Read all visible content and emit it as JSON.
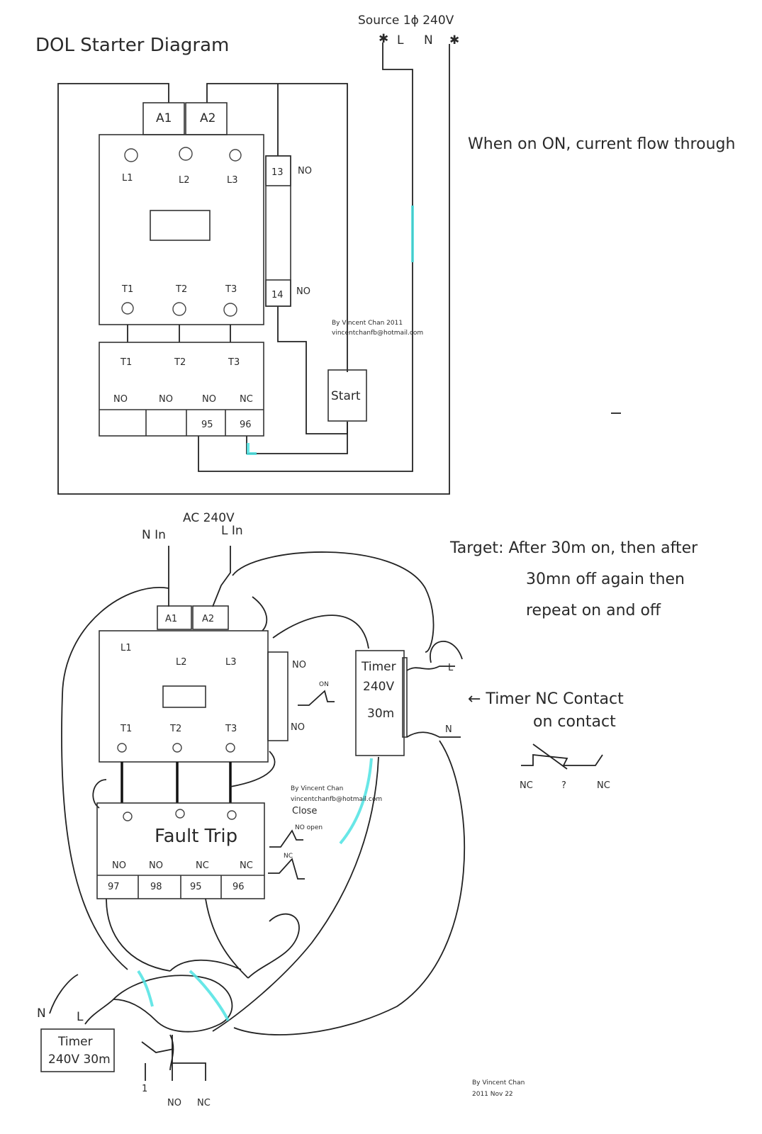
{
  "colors": {
    "ink": "#222222",
    "highlight": "#4de3e3",
    "source_mark": "#3b3bd6"
  },
  "top": {
    "title": "DOL Starter Diagram",
    "source_label": "Source 1ɸ 240V",
    "source_terms": [
      "L",
      "N"
    ],
    "contactor": {
      "coil": [
        "A1",
        "A2"
      ],
      "line_terms": [
        "L1",
        "L2",
        "L3"
      ],
      "load_terms": [
        "T1",
        "T2",
        "T3"
      ],
      "aux": [
        {
          "num": "13",
          "type": "NO"
        },
        {
          "num": "14",
          "type": "NO"
        }
      ]
    },
    "overload": {
      "terms": [
        "T1",
        "T2",
        "T3"
      ],
      "contacts": [
        "NO",
        "NO",
        "NO",
        "NC"
      ],
      "pins": [
        "",
        "",
        "95",
        "96"
      ]
    },
    "start_button": "Start",
    "note": "When on ON, current flow through",
    "credit": [
      "By Vincent Chan 2011",
      "vincentchanfb@hotmail.com"
    ]
  },
  "bottom": {
    "supply_label": "AC 240V",
    "supply_terms": [
      "N In",
      "L In"
    ],
    "contactor": {
      "coil": [
        "A1",
        "A2"
      ],
      "line_terms": [
        "L1",
        "L2",
        "L3"
      ],
      "load_terms": [
        "T1",
        "T2",
        "T3"
      ],
      "aux": [
        "NO",
        "NO"
      ],
      "aux_symbol": "ON"
    },
    "timer": {
      "lines": [
        "Timer",
        "240V",
        "30m"
      ],
      "terms": [
        "L",
        "N"
      ]
    },
    "timer_note": [
      "← Timer NC Contact",
      "on contact"
    ],
    "contact_symbol_labels": [
      "NC",
      "?",
      "NC"
    ],
    "overload": {
      "title": "Fault Trip",
      "contacts": [
        "NO",
        "NO",
        "NC",
        "NC"
      ],
      "pins": [
        "97",
        "98",
        "95",
        "96"
      ],
      "symbol_labels": [
        "NO open",
        "NC"
      ]
    },
    "target_note": [
      "Target: After 30m on, then after",
      "30mn off again then",
      "repeat on and off"
    ],
    "credit": [
      "By Vincent Chan",
      "vincentchanfb@hotmail.com",
      "Close"
    ],
    "timer2": {
      "lines": [
        "Timer",
        "240V 30m"
      ],
      "supply": [
        "N",
        "L"
      ],
      "terms": [
        "1",
        "NO",
        "NC"
      ]
    },
    "footer_credit": [
      "By Vincent Chan",
      "2011 Nov 22"
    ]
  }
}
